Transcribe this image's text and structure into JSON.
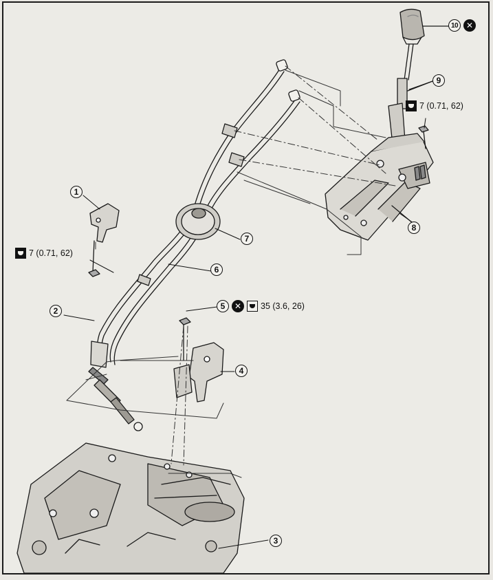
{
  "callouts": [
    {
      "id": "1",
      "label": "1"
    },
    {
      "id": "2",
      "label": "2"
    },
    {
      "id": "3",
      "label": "3"
    },
    {
      "id": "4",
      "label": "4"
    },
    {
      "id": "5",
      "label": "5"
    },
    {
      "id": "6",
      "label": "6"
    },
    {
      "id": "7",
      "label": "7"
    },
    {
      "id": "8",
      "label": "8"
    },
    {
      "id": "9",
      "label": "9"
    },
    {
      "id": "10",
      "label": "10"
    }
  ],
  "symbols": {
    "discard_mark": "✕",
    "discard_icon": "x-circle-icon",
    "torque_icon": "torque-wrench-icon",
    "torque_alt_icon": "torque-outline-icon"
  },
  "torque_specs": {
    "shifter_bolt": "7 (0.71, 62)",
    "bracket_bolt": "7 (0.71, 62)",
    "cable_bracket_bolt": "35 (3.6, 26)"
  },
  "colors": {
    "paper": "#ecebe6",
    "ink": "#111111",
    "border": "#1b1b1b"
  }
}
